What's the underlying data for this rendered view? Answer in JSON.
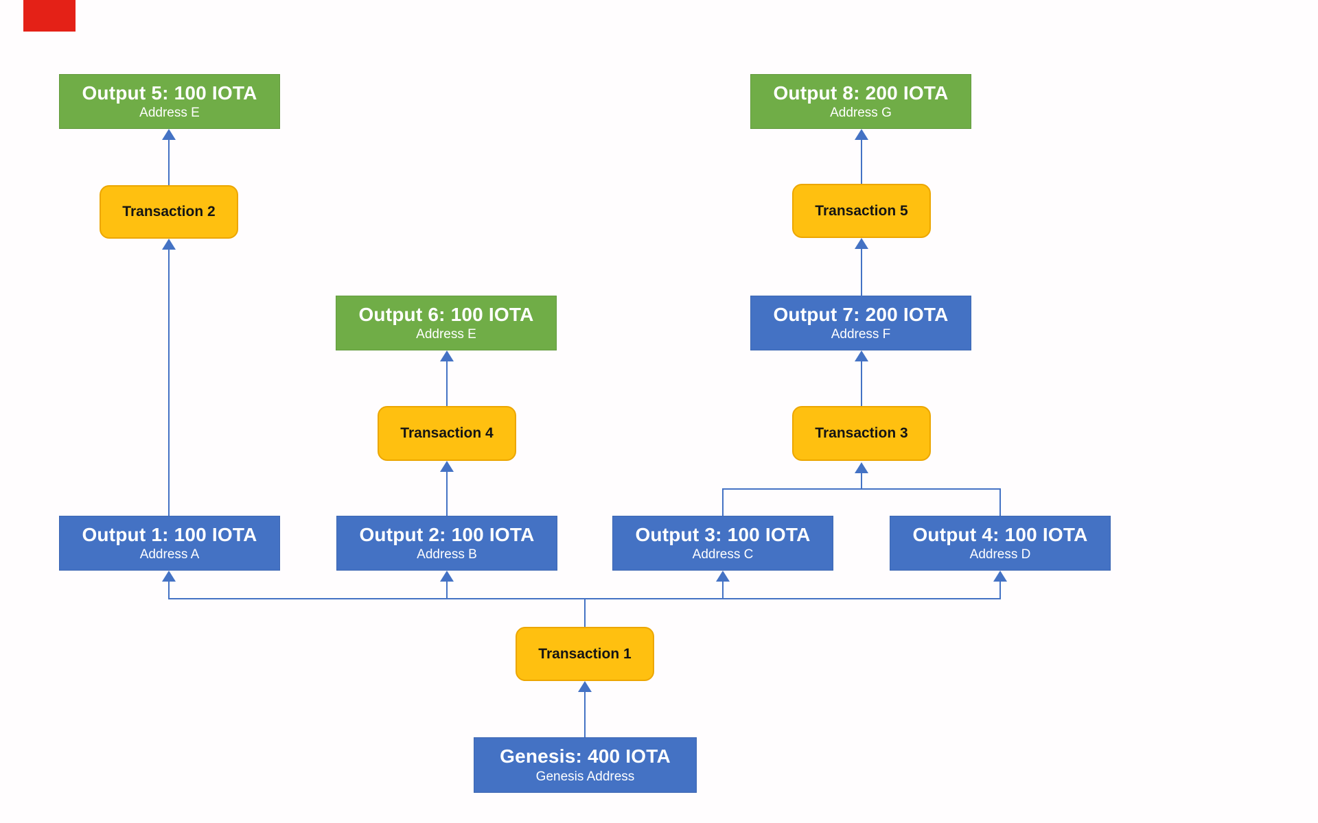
{
  "page": {
    "background": "#ffffff",
    "marker_color": "#e42117"
  },
  "colors": {
    "output_blue": "#4472C4",
    "output_green": "#70AD47",
    "transaction_yellow": "#FFC010",
    "connector_blue": "#4472C4",
    "text_on_output": "#ffffff",
    "text_on_transaction": "#141414"
  },
  "diagram": {
    "outputs": {
      "genesis": {
        "title": "Genesis: 400 IOTA",
        "subtitle": "Genesis Address",
        "variant": "blue"
      },
      "output1": {
        "title": "Output 1: 100 IOTA",
        "subtitle": "Address A",
        "variant": "blue"
      },
      "output2": {
        "title": "Output 2: 100 IOTA",
        "subtitle": "Address B",
        "variant": "blue"
      },
      "output3": {
        "title": "Output 3: 100 IOTA",
        "subtitle": "Address C",
        "variant": "blue"
      },
      "output4": {
        "title": "Output 4: 100 IOTA",
        "subtitle": "Address D",
        "variant": "blue"
      },
      "output5": {
        "title": "Output 5: 100 IOTA",
        "subtitle": "Address E",
        "variant": "green"
      },
      "output6": {
        "title": "Output 6: 100 IOTA",
        "subtitle": "Address E",
        "variant": "green"
      },
      "output7": {
        "title": "Output 7: 200 IOTA",
        "subtitle": "Address F",
        "variant": "blue"
      },
      "output8": {
        "title": "Output 8: 200 IOTA",
        "subtitle": "Address G",
        "variant": "green"
      }
    },
    "transactions": {
      "tx1": {
        "label": "Transaction 1"
      },
      "tx2": {
        "label": "Transaction 2"
      },
      "tx3": {
        "label": "Transaction 3"
      },
      "tx4": {
        "label": "Transaction 4"
      },
      "tx5": {
        "label": "Transaction 5"
      }
    },
    "edges": [
      "genesis -> tx1",
      "tx1 -> output1",
      "tx1 -> output2",
      "tx1 -> output3",
      "tx1 -> output4",
      "output1 -> tx2",
      "tx2 -> output5",
      "output2 -> tx4",
      "tx4 -> output6",
      "output3 -> tx3",
      "output4 -> tx3",
      "tx3 -> output7",
      "output7 -> tx5",
      "tx5 -> output8"
    ]
  }
}
